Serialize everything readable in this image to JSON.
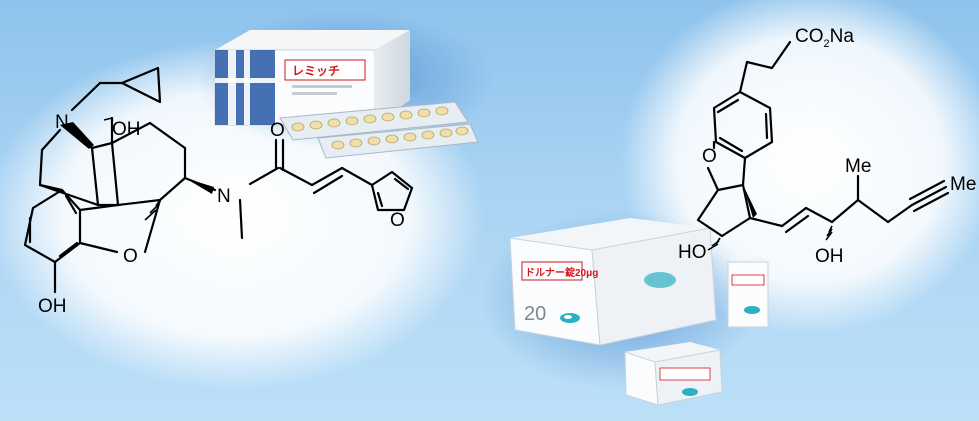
{
  "left_structure": {
    "atoms": {
      "n_amine": "N",
      "oh_top": "OH",
      "n_amide": "N",
      "o_carbonyl": "O",
      "o_bridge": "O",
      "o_furan": "O",
      "oh_phenol": "OH"
    }
  },
  "right_structure": {
    "atoms": {
      "co2": "CO",
      "co2_sub": "2",
      "co2_na": "Na",
      "o_furan": "O",
      "ho": "HO",
      "oh": "OH",
      "me_branch": "Me",
      "me_terminal": "Me"
    }
  },
  "package_left": {
    "label": "レミッチ"
  },
  "package_right": {
    "label": "ドルナー錠20μg",
    "count": "20"
  },
  "colors": {
    "background_top": "#8fc3ec",
    "background_bottom": "#bde0f8",
    "package_red": "#d4161c",
    "package_teal": "#2ab0c0",
    "package_blue": "#2457a6"
  }
}
